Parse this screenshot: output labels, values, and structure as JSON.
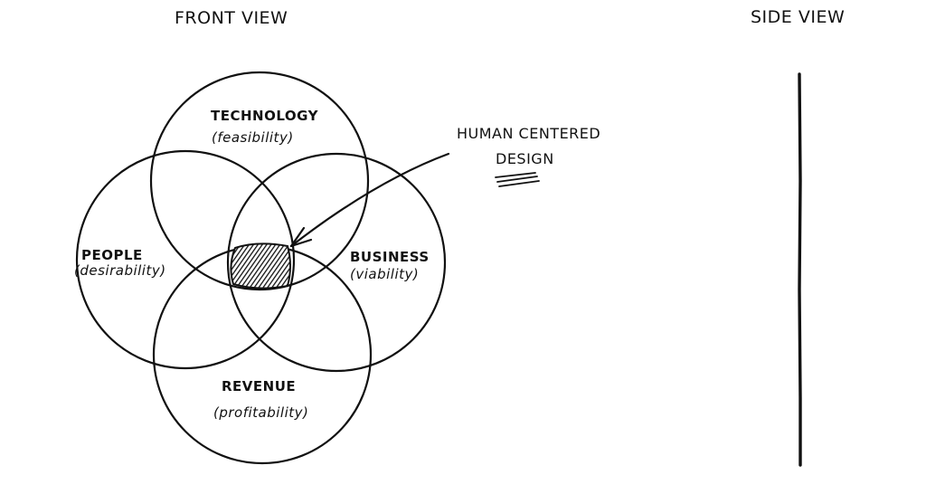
{
  "headings": {
    "front": "FRONT VIEW",
    "side": "SIDE VIEW"
  },
  "circles": [
    {
      "id": "technology",
      "title": "TECHNOLOGY",
      "subtitle": "(feasibility)"
    },
    {
      "id": "people",
      "title": "PEOPLE",
      "subtitle": "(desirability)"
    },
    {
      "id": "business",
      "title": "BUSINESS",
      "subtitle": "(viability)"
    },
    {
      "id": "revenue",
      "title": "REVENUE",
      "subtitle": "(profitability)"
    }
  ],
  "callout": {
    "line1": "HUMAN CENTERED",
    "line2": "DESIGN"
  }
}
